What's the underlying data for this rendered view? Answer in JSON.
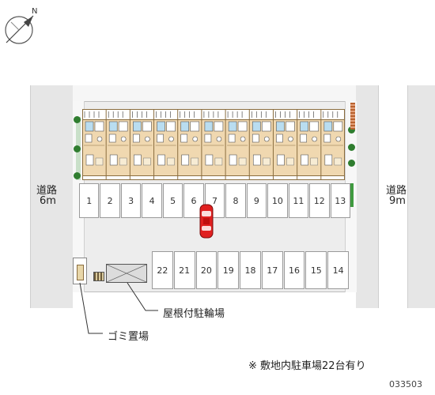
{
  "roads": {
    "left": {
      "name": "道路",
      "width": "6m"
    },
    "right": {
      "name": "道路",
      "width": "9m"
    }
  },
  "parking": {
    "top_row": [
      "1",
      "2",
      "3",
      "4",
      "5",
      "6",
      "7",
      "8",
      "9",
      "10",
      "11",
      "12",
      "13"
    ],
    "bottom_row": [
      "22",
      "21",
      "20",
      "19",
      "18",
      "17",
      "16",
      "15",
      "14"
    ]
  },
  "legend": {
    "bicycle_parking": "屋根付駐輪場",
    "garbage": "ゴミ置場"
  },
  "note": "※ 敷地内駐車場22台有り",
  "code": "033503",
  "colors": {
    "road": "#e6e6e6",
    "lot": "#ededed",
    "building": "#f0d8b0",
    "roof_blue": "#b9ddf0",
    "hedge": "#3f9a3f",
    "car": "#e02020"
  }
}
